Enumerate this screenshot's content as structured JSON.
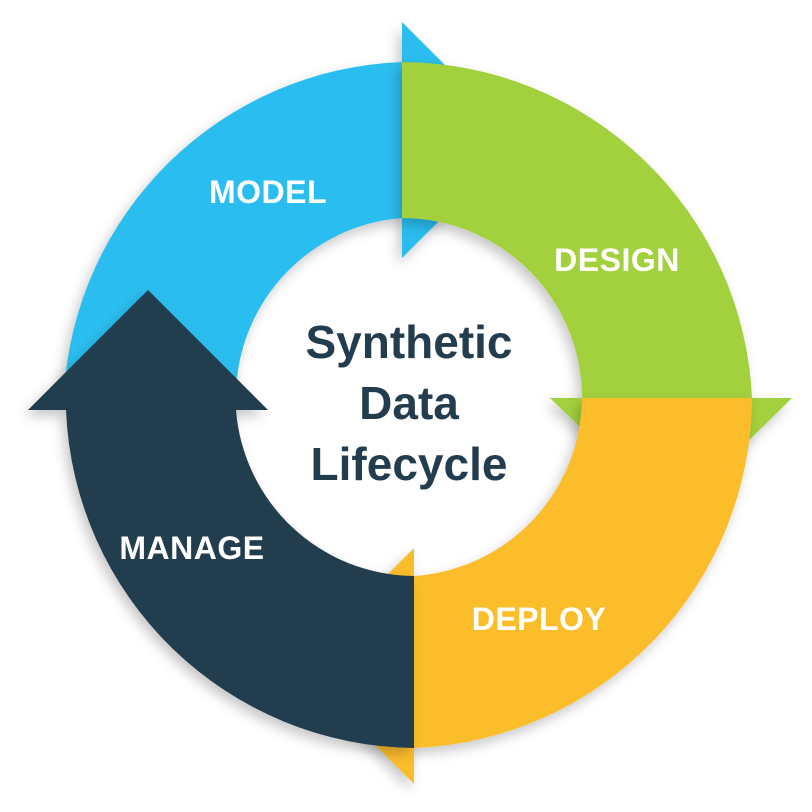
{
  "title_lines": [
    "Synthetic",
    "Data",
    "Lifecycle"
  ],
  "stages": [
    {
      "label": "MODEL",
      "color": "#29BDEF"
    },
    {
      "label": "DESIGN",
      "color": "#A3D03E"
    },
    {
      "label": "DEPLOY",
      "color": "#FBBD2C"
    },
    {
      "label": "MANAGE",
      "color": "#233D4E"
    }
  ],
  "colors": {
    "title_text": "#233D4E",
    "background": "#FFFFFF"
  },
  "icons": [
    "arrow-head-right",
    "arrow-head-down",
    "arrow-head-left",
    "arrow-head-up"
  ]
}
